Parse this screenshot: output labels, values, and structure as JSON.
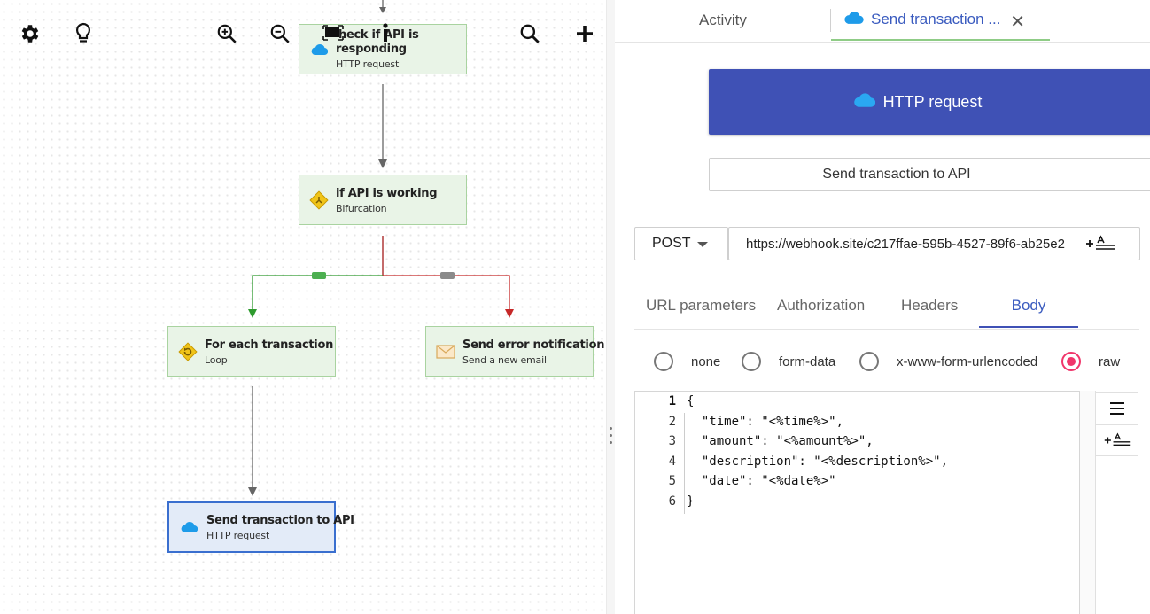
{
  "canvas": {
    "toolbar": {
      "settings_icon": "gear-icon",
      "tips_icon": "lightbulb-icon",
      "zoom_in_icon": "zoom-in-icon",
      "zoom_out_icon": "zoom-out-icon",
      "search_icon": "search-icon",
      "add_icon": "plus-icon"
    },
    "nodes": [
      {
        "title": "Check if API is responding",
        "title_line1": "heck if API is",
        "title_line2": "responding",
        "subtitle": "HTTP request",
        "icon": "cloud-icon"
      },
      {
        "title": "if API is working",
        "subtitle": "Bifurcation",
        "icon": "bifurcation-icon"
      },
      {
        "title": "For each transaction",
        "subtitle": "Loop",
        "icon": "loop-icon"
      },
      {
        "title": "Send error notification",
        "subtitle": "Send a new email",
        "icon": "envelope-icon"
      },
      {
        "title": "Send transaction to API",
        "subtitle": "HTTP request",
        "icon": "cloud-icon",
        "selected": true
      }
    ],
    "colors": {
      "true_branch": "#2e9a2e",
      "false_branch": "#c62828",
      "connector": "#666666",
      "selected_border": "#3a6fcf"
    }
  },
  "panel": {
    "tabs": {
      "activity": "Activity",
      "active": "Send transaction ...",
      "close_icon": "close-icon"
    },
    "app_banner": {
      "label": "HTTP request",
      "icon": "cloud-icon",
      "color": "#3f51b5"
    },
    "step_name": "Send transaction to API",
    "request": {
      "method": "POST",
      "url": "https://webhook.site/c217ffae-595b-4527-89f6-ab25e2"
    },
    "subtabs": [
      "URL parameters",
      "Authorization",
      "Headers",
      "Body"
    ],
    "active_subtab": "Body",
    "body_types": [
      "none",
      "form-data",
      "x-www-form-urlencoded",
      "raw"
    ],
    "selected_body_type": "raw",
    "editor": {
      "line_numbers": [
        "1",
        "2",
        "3",
        "4",
        "5",
        "6"
      ],
      "lines": [
        "{",
        "  \"time\": \"<%time%>\",",
        "  \"amount\": \"<%amount%>\",",
        "  \"description\": \"<%description%>\",",
        "  \"date\": \"<%date%>\"",
        "}"
      ]
    },
    "accent_color": "#f0356a"
  }
}
